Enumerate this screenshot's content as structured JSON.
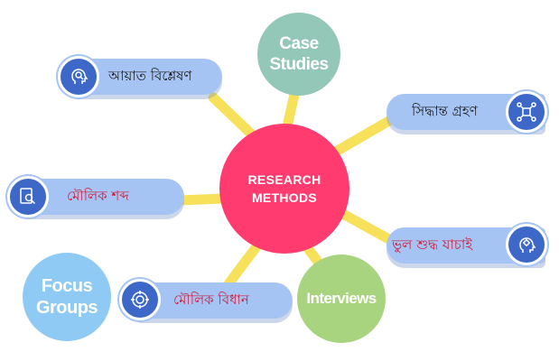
{
  "hub": {
    "line1": "RESEARCH",
    "line2": "METHODS"
  },
  "case_studies": {
    "line1": "Case",
    "line2": "Studies"
  },
  "focus_groups": {
    "line1": "Focus",
    "line2": "Groups"
  },
  "interviews": {
    "label": "Interviews"
  },
  "nodes": {
    "ayat": "আয়াত  বিশ্লেষণ",
    "siddhanta": "সিদ্ধান্ত গ্রহণ",
    "moulik_shabda": "মৌলিক শব্দ",
    "bhul_shuddha": "ভুল শুদ্ধ যাচাই",
    "moulik_bidhan": "মৌলিক বিধান"
  },
  "colors": {
    "hub": "#ff3b6f",
    "case_studies": "#93c7b7",
    "focus_groups": "#8ecaf3",
    "interviews": "#a8d37f",
    "pill": "#a6c4f3",
    "icon_badge": "#3d68c8",
    "connector": "#f7e15a",
    "red_text": "#cc1f3d"
  },
  "icons": {
    "ayat": "head-analysis-icon",
    "siddhanta": "decision-network-icon",
    "moulik_shabda": "document-search-icon",
    "bhul_shuddha": "head-gears-icon",
    "moulik_bidhan": "target-bell-icon"
  }
}
